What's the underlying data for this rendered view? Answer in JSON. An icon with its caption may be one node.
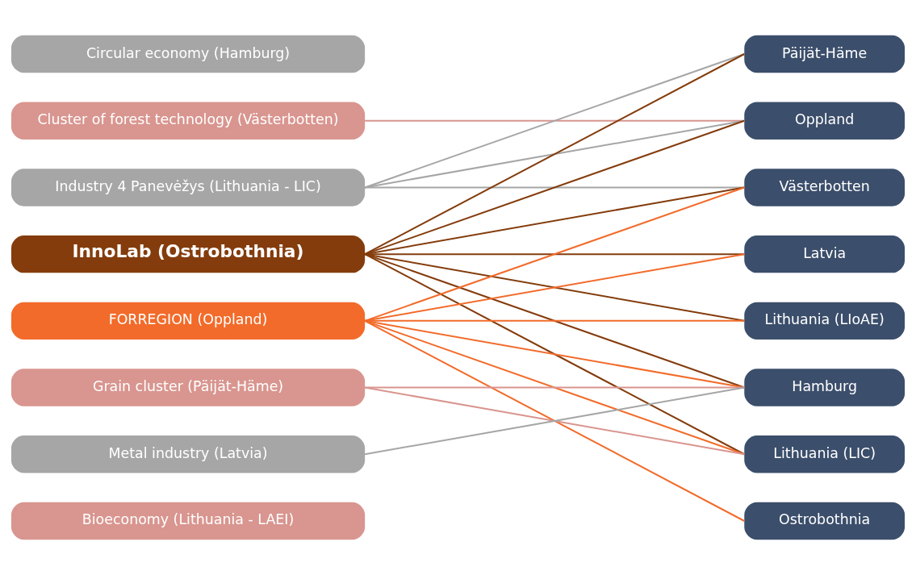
{
  "diagram": {
    "nodes": [
      {
        "text": [
          "Circular economy (Hamburg)"
        ]
      },
      {
        "text": [
          "Cluster of forest technology (Västerbotten)"
        ]
      },
      {
        "text": [
          "Industry 4 Panevėžys (Lithuania - LIC)"
        ]
      },
      {
        "text": [
          "InnoLab (Ostrobothnia)"
        ]
      },
      {
        "text": [
          "FORREGION (Oppland)"
        ]
      },
      {
        "text": [
          "Grain cluster (Päijät-Häme)"
        ]
      },
      {
        "text": [
          "Metal industry (Latvia)"
        ]
      },
      {
        "text": [
          "Bioeconomy (Lithuania - LAEI)"
        ]
      },
      {
        "text": [
          "Päijät-Häme"
        ]
      },
      {
        "text": [
          "Oppland"
        ]
      },
      {
        "text": [
          "Västerbotten"
        ]
      },
      {
        "text": [
          "Latvia"
        ]
      },
      {
        "text": [
          "Lithuania (LIoAE)"
        ]
      },
      {
        "text": [
          "Hamburg"
        ]
      },
      {
        "text": [
          "Lithuania (LIC)"
        ]
      },
      {
        "text": [
          "Ostrobothnia"
        ]
      }
    ],
    "edges": [
      {
        "from": 1,
        "to": 9,
        "arrow": "none",
        "color": "#d9958f"
      },
      {
        "from": 2,
        "to": 8,
        "arrow": "none",
        "color": "#a6a6a6"
      },
      {
        "from": 2,
        "to": 9,
        "arrow": "none",
        "color": "#a6a6a6"
      },
      {
        "from": 2,
        "to": 10,
        "arrow": "none",
        "color": "#a6a6a6"
      },
      {
        "from": 3,
        "to": 8,
        "arrow": "none"
      },
      {
        "from": 3,
        "to": 9,
        "arrow": "none"
      },
      {
        "from": 3,
        "to": 10,
        "arrow": "none"
      },
      {
        "from": 3,
        "to": 11,
        "arrow": "none"
      },
      {
        "from": 3,
        "to": 12,
        "arrow": "none"
      },
      {
        "from": 3,
        "to": 13,
        "arrow": "none"
      },
      {
        "from": 3,
        "to": 14,
        "arrow": "none"
      },
      {
        "from": 4,
        "to": 10,
        "arrow": "none",
        "color": "#f26b2a"
      },
      {
        "from": 4,
        "to": 11,
        "arrow": "none",
        "color": "#f26b2a"
      },
      {
        "from": 4,
        "to": 12,
        "arrow": "none",
        "color": "#f26b2a"
      },
      {
        "from": 4,
        "to": 13,
        "arrow": "none",
        "color": "#f26b2a"
      },
      {
        "from": 4,
        "to": 14,
        "arrow": "none",
        "color": "#f26b2a"
      },
      {
        "from": 4,
        "to": 15,
        "arrow": "none",
        "color": "#f26b2a"
      },
      {
        "from": 5,
        "to": 13,
        "arrow": "none",
        "color": "#d9958f"
      },
      {
        "from": 5,
        "to": 14,
        "arrow": "none",
        "color": "#d9958f"
      },
      {
        "from": 6,
        "to": 13,
        "arrow": "none",
        "color": "#a6a6a6"
      }
    ]
  }
}
